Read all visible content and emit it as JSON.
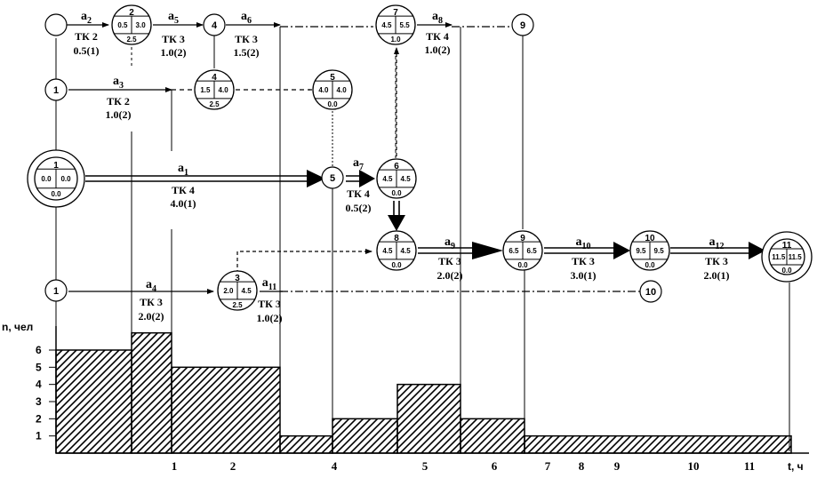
{
  "axis": {
    "y_label": "n, чел",
    "y_ticks": [
      "6",
      "5",
      "4",
      "3",
      "2",
      "1"
    ],
    "x_label": "t, ч",
    "x_ticks": [
      "1",
      "2",
      "4",
      "5",
      "6",
      "7",
      "8",
      "9",
      "10",
      "11"
    ]
  },
  "events": [
    {
      "id": "e2",
      "num": "2",
      "a": "0.5",
      "b": "3.0",
      "c": "2.5"
    },
    {
      "id": "e4",
      "num": "4",
      "a": "1.5",
      "b": "4.0",
      "c": "2.5"
    },
    {
      "id": "e5",
      "num": "5",
      "a": "4.0",
      "b": "4.0",
      "c": "0.0"
    },
    {
      "id": "e7",
      "num": "7",
      "a": "4.5",
      "b": "5.5",
      "c": "1.0"
    },
    {
      "id": "e1",
      "num": "1",
      "a": "0.0",
      "b": "0.0",
      "c": "0.0"
    },
    {
      "id": "e6",
      "num": "6",
      "a": "4.5",
      "b": "4.5",
      "c": "0.0"
    },
    {
      "id": "e8",
      "num": "8",
      "a": "4.5",
      "b": "4.5",
      "c": "0.0"
    },
    {
      "id": "e9",
      "num": "9",
      "a": "6.5",
      "b": "6.5",
      "c": "0.0"
    },
    {
      "id": "e10",
      "num": "10",
      "a": "9.5",
      "b": "9.5",
      "c": "0.0"
    },
    {
      "id": "e11",
      "num": "11",
      "a": "11.5",
      "b": "11.5",
      "c": "0.0"
    },
    {
      "id": "e3",
      "num": "3",
      "a": "2.0",
      "b": "4.5",
      "c": "2.5"
    }
  ],
  "markers": [
    {
      "id": "m_top1",
      "num": ""
    },
    {
      "id": "m4",
      "num": "4"
    },
    {
      "id": "m9",
      "num": "9"
    },
    {
      "id": "m1a",
      "num": "1"
    },
    {
      "id": "m5",
      "num": "5"
    },
    {
      "id": "m1b",
      "num": "1"
    },
    {
      "id": "m10",
      "num": "10"
    }
  ],
  "activities": [
    {
      "id": "a2",
      "base": "a",
      "sub": "2",
      "team": "ТК 2",
      "dur": "0.5(1)"
    },
    {
      "id": "a5",
      "base": "a",
      "sub": "5",
      "team": "ТК 3",
      "dur": "1.0(2)"
    },
    {
      "id": "a6",
      "base": "a",
      "sub": "6",
      "team": "ТК 3",
      "dur": "1.5(2)"
    },
    {
      "id": "a8",
      "base": "a",
      "sub": "8",
      "team": "ТК 4",
      "dur": "1.0(2)"
    },
    {
      "id": "a3",
      "base": "a",
      "sub": "3",
      "team": "ТК 2",
      "dur": "1.0(2)"
    },
    {
      "id": "a1",
      "base": "a",
      "sub": "1",
      "team": "ТК 4",
      "dur": "4.0(1)"
    },
    {
      "id": "a7",
      "base": "a",
      "sub": "7",
      "team": "ТК 4",
      "dur": "0.5(2)"
    },
    {
      "id": "a9",
      "base": "a",
      "sub": "9",
      "team": "ТК 3",
      "dur": "2.0(2)"
    },
    {
      "id": "a10",
      "base": "a",
      "sub": "10",
      "team": "ТК 3",
      "dur": "3.0(1)"
    },
    {
      "id": "a12",
      "base": "a",
      "sub": "12",
      "team": "ТК 3",
      "dur": "2.0(1)"
    },
    {
      "id": "a4",
      "base": "a",
      "sub": "4",
      "team": "ТК 3",
      "dur": "2.0(2)"
    },
    {
      "id": "a11",
      "base": "a",
      "sub": "11",
      "team": "ТК 3",
      "dur": "1.0(2)"
    }
  ],
  "histogram": [
    {
      "n": 6
    },
    {
      "n": 7
    },
    {
      "n": 5
    },
    {
      "n": 1
    },
    {
      "n": 2
    },
    {
      "n": 4
    },
    {
      "n": 2
    },
    {
      "n": 1
    }
  ]
}
